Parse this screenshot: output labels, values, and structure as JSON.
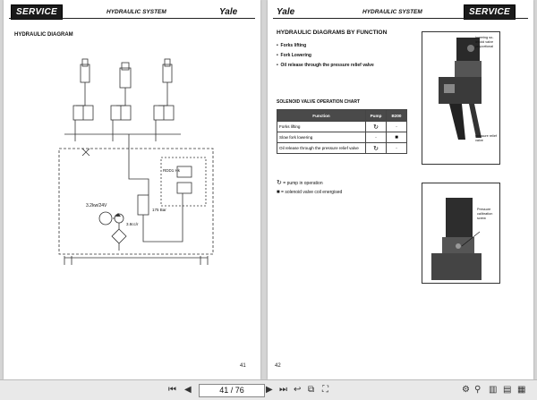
{
  "left_page": {
    "brand": "SERVICE",
    "header_title": "HYDRAULIC SYSTEM",
    "logo": "Yale",
    "section_title": "HYDRAULIC DIAGRAM",
    "labels": {
      "motor": "3.2kw/24V",
      "relief": "175 Bar",
      "pump": "3.8cc/r",
      "valve": "RDD1 Hk"
    },
    "page_number": "41"
  },
  "right_page": {
    "logo": "Yale",
    "header_title": "HYDRAULIC SYSTEM",
    "brand": "SERVICE",
    "title": "HYDRAULIC DIAGRAMS BY FUNCTION",
    "bullets": [
      "Forks lifting",
      "Fork Lowering",
      "Oil release through the pressure relief valve"
    ],
    "chart_title": "SOLENOID VALVE OPERATION CHART",
    "chart_headers": [
      "Function",
      "Pump",
      "B200"
    ],
    "chart_rows": [
      {
        "function": "Forks lifting",
        "pump": "↻",
        "valve": "-"
      },
      {
        "function": "Slow fork lowering",
        "pump": "-",
        "valve": "■"
      },
      {
        "function": "Oil release through the pressure relief valve",
        "pump": "↻",
        "valve": "-"
      }
    ],
    "legend_pump": "= pump in operation",
    "legend_valve": "= solenoid valve coil energised",
    "photo1_labels": {
      "lowering": "lowering so- lenoid valve proportional",
      "relief": "pressure relief valve"
    },
    "photo2_label": "Pressure calibration screw",
    "page_number": "42"
  },
  "toolbar": {
    "page_indicator": "41 / 76",
    "icons": [
      "first-page-icon",
      "prev-page-icon",
      "next-page-icon",
      "last-page-icon",
      "back-icon",
      "forward-icon",
      "copy-icon",
      "zoom-icon",
      "fullscreen-icon",
      "settings-icon",
      "single-page-icon",
      "two-page-icon",
      "fit-icon"
    ]
  }
}
